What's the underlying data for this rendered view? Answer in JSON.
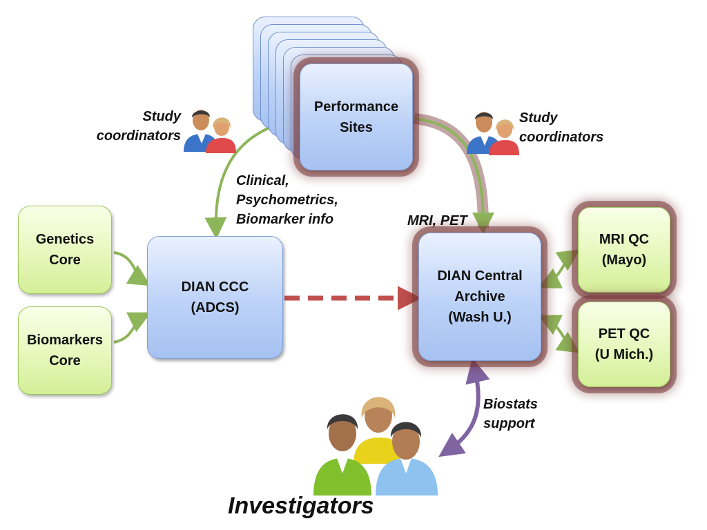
{
  "nodes": {
    "performance_sites": "Performance\nSites",
    "genetics_core": "Genetics\nCore",
    "biomarkers_core": "Biomarkers\nCore",
    "dian_ccc": "DIAN CCC\n(ADCS)",
    "dian_central_archive": "DIAN Central\nArchive\n(Wash U.)",
    "mri_qc": "MRI QC\n(Mayo)",
    "pet_qc": "PET QC\n(U Mich.)"
  },
  "labels": {
    "study_coordinators_left": "Study\ncoordinators",
    "study_coordinators_right": "Study\ncoordinators",
    "clinical_info": "Clinical,\nPsychometrics,\nBiomarker info",
    "mri_pet": "MRI, PET",
    "biostats_support": "Biostats\nsupport",
    "investigators": "Investigators"
  },
  "icons": [
    "people-icon",
    "investigators-group-icon"
  ],
  "colors": {
    "blue_node": "#bcd2f7",
    "green_node": "#e4f7b8",
    "green_arrow": "#8db55a",
    "red_dashed_arrow": "#c0504d",
    "purple_arrow": "#8064a2",
    "glow": "#7a3737"
  }
}
